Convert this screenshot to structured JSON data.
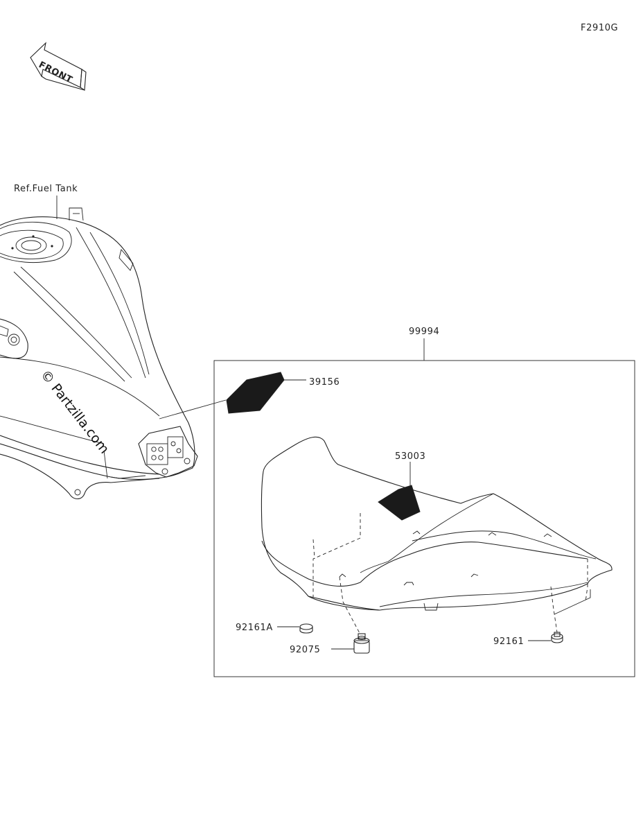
{
  "figure_code": "F2910G",
  "front_arrow": {
    "text": "FRONT"
  },
  "watermark": "© Partzilla.com",
  "reference": {
    "text": "Ref.Fuel Tank"
  },
  "kit": {
    "part_number": "99994"
  },
  "parts": [
    {
      "id": "39156"
    },
    {
      "id": "53003"
    },
    {
      "id": "92161A"
    },
    {
      "id": "92075"
    },
    {
      "id": "92161"
    }
  ],
  "colors": {
    "line": "#222222",
    "background": "#ffffff",
    "fill_dark": "#1a1a1a"
  }
}
